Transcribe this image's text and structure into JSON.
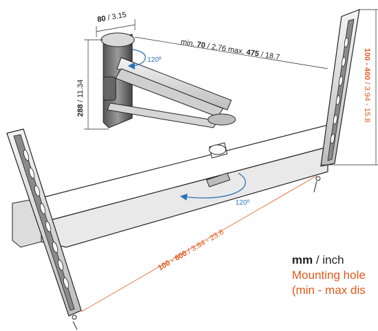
{
  "dimensions": {
    "arm_depth": {
      "mm": "80",
      "sep": " / ",
      "inch": "3.15"
    },
    "extension": {
      "prefix": "min. ",
      "min_mm": "70",
      "min_rest": " / 2.76 max. ",
      "max_mm": "475",
      "max_rest": " / 18.7"
    },
    "height": {
      "mm": "288",
      "sep": " / ",
      "inch": "11.34"
    },
    "vertical_holes": {
      "mm": "100 - 400",
      "sep": " / ",
      "inch": "3.94 - 15.8"
    },
    "horizontal_holes": {
      "mm": "100 - 600",
      "sep": " / ",
      "inch": "3.94 - 23.6"
    }
  },
  "angles": {
    "swivel_top": "120º",
    "swivel_bottom": "120º"
  },
  "legend": {
    "units_mm": "mm",
    "units_rest": " / inch",
    "line2": "Mounting hole",
    "line3": "(min - max dis"
  },
  "colors": {
    "accent": "#e2571d",
    "rotation": "#2a73b8",
    "line": "#222222"
  }
}
